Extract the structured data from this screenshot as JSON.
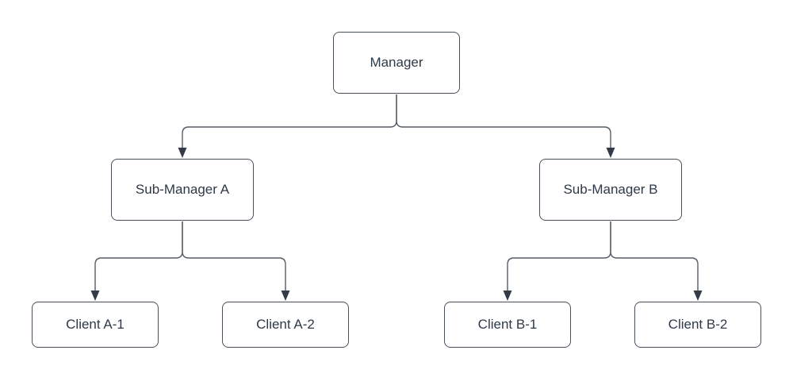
{
  "diagram": {
    "type": "org-chart",
    "background_color": "#ffffff",
    "colors": {
      "node_fill": "#ffffff",
      "node_border": "#485059",
      "text": "#2e3947",
      "connector_line": "#565e68",
      "arrowhead": "#333b46"
    },
    "nodes": {
      "manager": {
        "label": "Manager"
      },
      "sub_a": {
        "label": "Sub-Manager A"
      },
      "sub_b": {
        "label": "Sub-Manager B"
      },
      "client_a1": {
        "label": "Client A-1"
      },
      "client_a2": {
        "label": "Client A-2"
      },
      "client_b1": {
        "label": "Client B-1"
      },
      "client_b2": {
        "label": "Client B-2"
      }
    },
    "edges": [
      {
        "from": "Manager",
        "to": "Sub-Manager A"
      },
      {
        "from": "Manager",
        "to": "Sub-Manager B"
      },
      {
        "from": "Sub-Manager A",
        "to": "Client A-1"
      },
      {
        "from": "Sub-Manager A",
        "to": "Client A-2"
      },
      {
        "from": "Sub-Manager B",
        "to": "Client B-1"
      },
      {
        "from": "Sub-Manager B",
        "to": "Client B-2"
      }
    ]
  }
}
